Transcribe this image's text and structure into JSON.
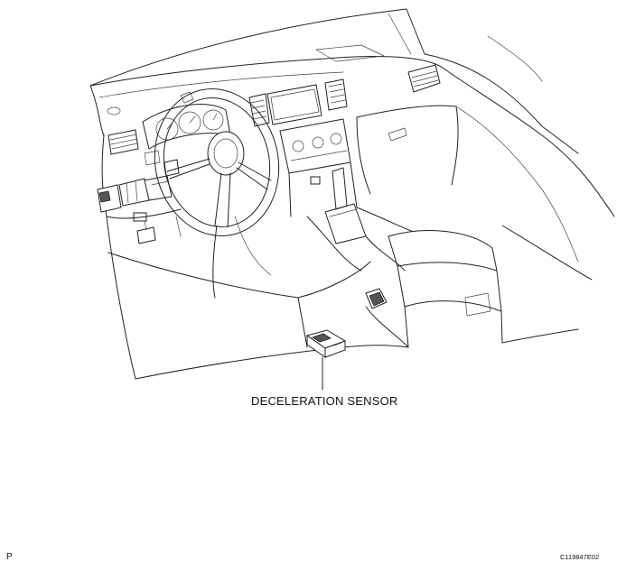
{
  "diagram": {
    "callout": {
      "label": "DECELERATION SENSOR"
    },
    "corner_mark": "P",
    "figure_code": "C119847E02"
  },
  "icons": {
    "dashboard": "car-dashboard-illustration",
    "sensor": "deceleration-sensor-icon"
  },
  "colors": {
    "line": "#222222",
    "background": "#ffffff"
  }
}
